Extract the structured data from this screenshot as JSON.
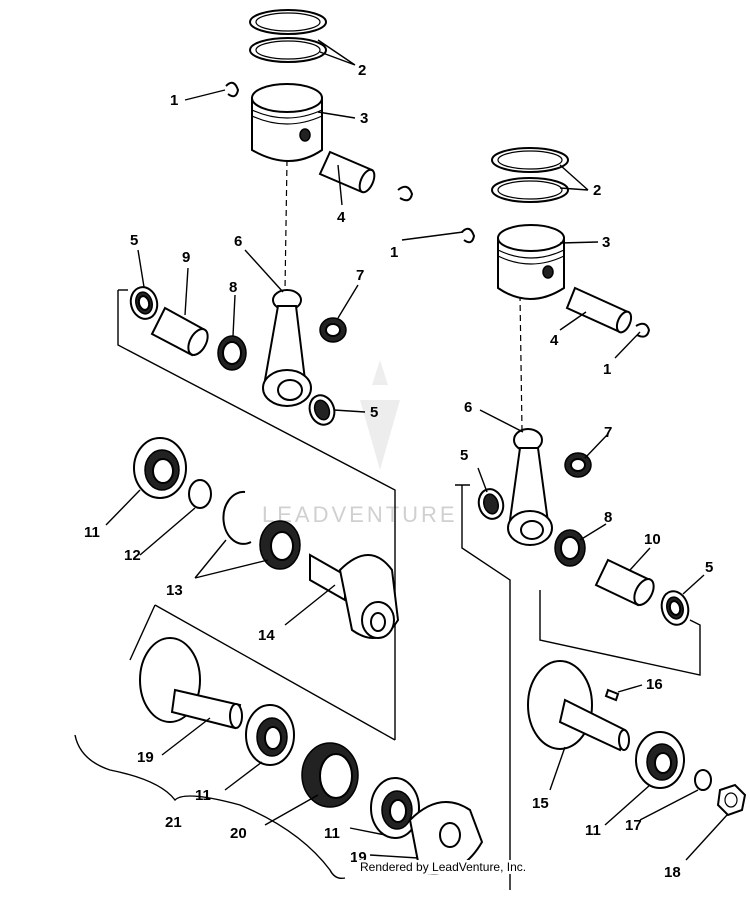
{
  "watermark": "LEADVENTURE",
  "credit": "Rendered by LeadVenture, Inc.",
  "callouts": [
    "1",
    "2",
    "3",
    "4",
    "1",
    "5",
    "9",
    "8",
    "6",
    "7",
    "5",
    "2",
    "3",
    "4",
    "1",
    "11",
    "12",
    "13",
    "14",
    "6",
    "7",
    "5",
    "8",
    "10",
    "5",
    "19",
    "11",
    "20",
    "11",
    "19",
    "21",
    "16",
    "15",
    "11",
    "17",
    "18"
  ]
}
